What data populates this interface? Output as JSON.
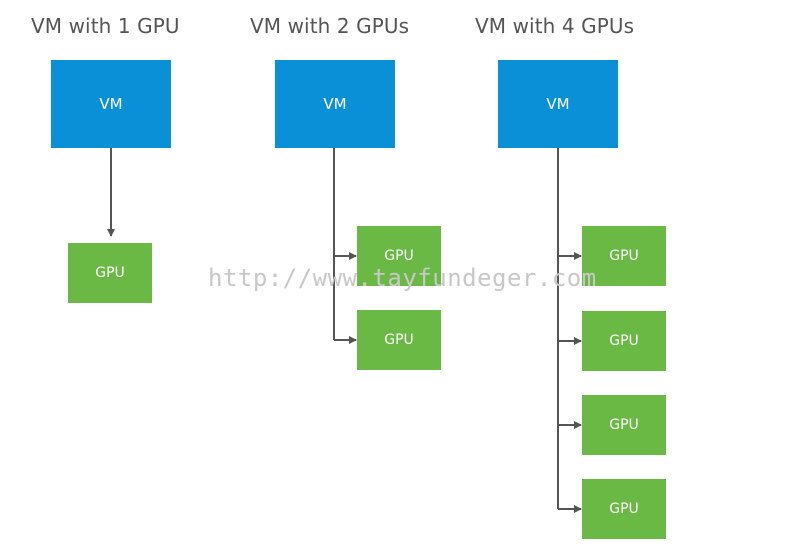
{
  "groups": [
    {
      "title": "VM with 1 GPU",
      "vm_label": "VM",
      "gpus": [
        "GPU"
      ]
    },
    {
      "title": "VM with 2 GPUs",
      "vm_label": "VM",
      "gpus": [
        "GPU",
        "GPU"
      ]
    },
    {
      "title": "VM with 4 GPUs",
      "vm_label": "VM",
      "gpus": [
        "GPU",
        "GPU",
        "GPU",
        "GPU"
      ]
    }
  ],
  "watermark": "http://www.tayfundeger.com",
  "colors": {
    "vm": "#0a90d6",
    "gpu": "#6ab944",
    "connector": "#555555",
    "title": "#555555",
    "watermark": "#c8c8c8"
  }
}
